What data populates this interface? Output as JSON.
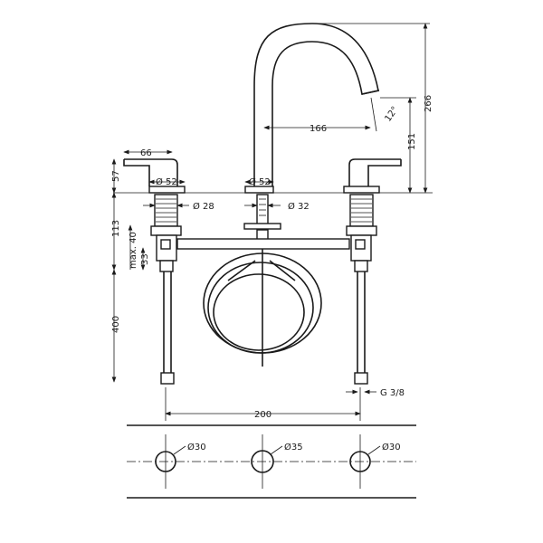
{
  "drawing": {
    "title": "Three-hole basin mixer dimension drawing",
    "dimensions": {
      "handle_length": "66",
      "handle_height": "57",
      "handle_escutcheon_dia": "Ø 52",
      "spout_escutcheon_dia": "Ø 52",
      "valve_body_dia": "Ø 28",
      "spout_shank_dia": "Ø 32",
      "mount_length": "113",
      "max_deck": "max. 40",
      "connector_height": "33",
      "hose_length": "400",
      "spout_reach": "166",
      "spout_angle": "12°",
      "spout_outlet_height": "151",
      "total_height": "266",
      "thread": "G 3/8",
      "center_distance": "200"
    },
    "hole_plan": {
      "holes": [
        {
          "label": "Ø30"
        },
        {
          "label": "Ø35"
        },
        {
          "label": "Ø30"
        }
      ]
    }
  }
}
